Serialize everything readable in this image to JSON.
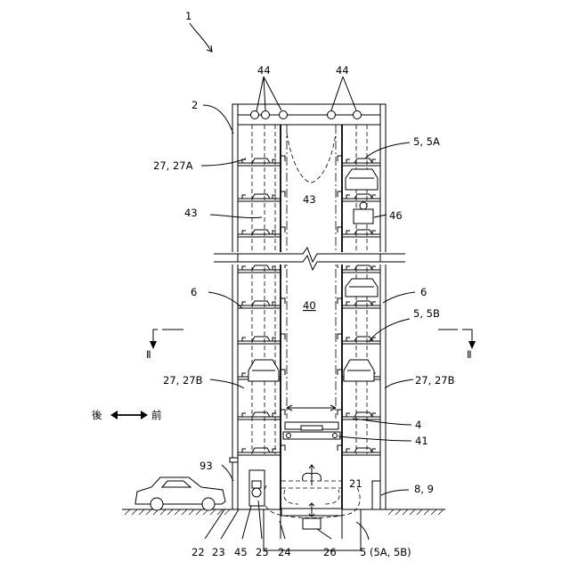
{
  "figure": {
    "number": "1",
    "direction": {
      "left": "後",
      "right": "前"
    },
    "section_marks": {
      "left": "Ⅱ",
      "right": "Ⅱ"
    },
    "labels": {
      "tower": "2",
      "sprockets_left": "44",
      "sprockets_right": "44",
      "pallet_top": "5, 5A",
      "tray_upper": "27, 27A",
      "chain_center": "43",
      "chain_left": "43",
      "control_box": "46",
      "shelf_left": "6",
      "shelf_right": "6",
      "hoistway": "40",
      "pallet_mid": "5, 5B",
      "tray_lower_left": "27, 27B",
      "tray_lower_right": "27, 27B",
      "lift_top": "4",
      "lift_bottom": "41",
      "sensor": "93",
      "entrance": "21",
      "door": "8, 9",
      "b22": "22",
      "b23": "23",
      "b45": "45",
      "b25": "25",
      "b24": "24",
      "b26": "26",
      "b5": "5 (5A, 5B)"
    }
  }
}
